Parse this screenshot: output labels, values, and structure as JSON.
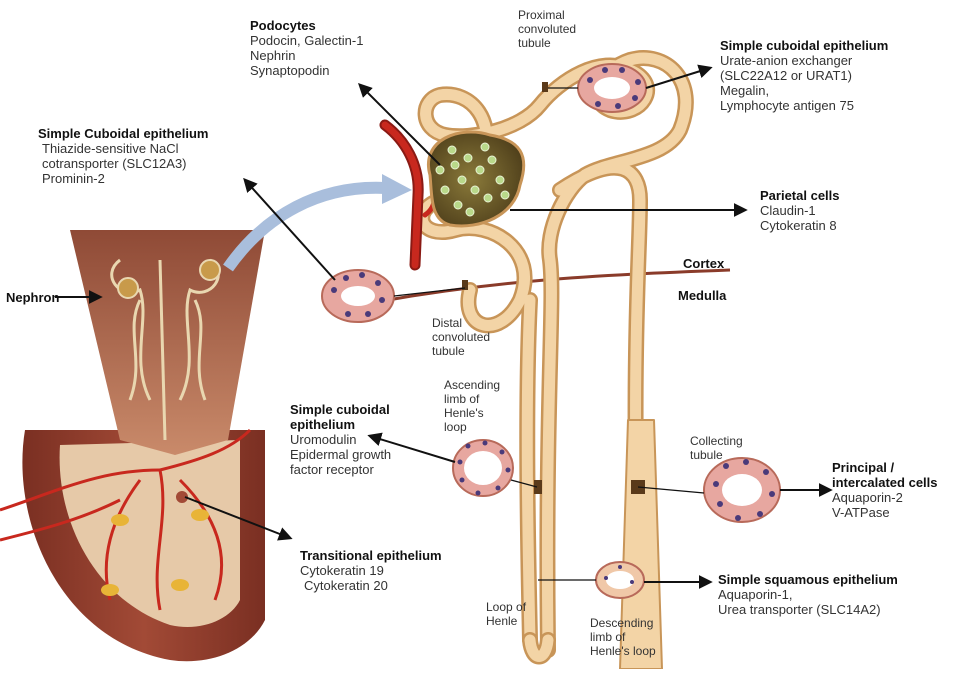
{
  "colors": {
    "tubule_fill": "#f3d4a6",
    "tubule_stroke": "#c89558",
    "artery": "#c8281e",
    "kidney_outer": "#8a3b2a",
    "cell_ring": "#e7a7a0",
    "nucleus": "#4a3a7a",
    "glomerulus": "#6b5a2a",
    "arrow": "#111111",
    "big_arrow": "#a9bedc"
  },
  "labels": {
    "podocytes": {
      "title": "Podocytes",
      "lines": [
        "Podocin, Galectin-1",
        "Nephrin",
        "Synaptopodin"
      ]
    },
    "pct": {
      "lines": [
        "Proximal",
        "convoluted",
        "tubule"
      ]
    },
    "pct_markers": {
      "title": "Simple cuboidal epithelium",
      "lines": [
        "Urate-anion exchanger",
        "(SLC22A12 or URAT1)",
        "Megalin,",
        "Lymphocyte antigen 75"
      ]
    },
    "dct_markers": {
      "title": "Simple Cuboidal epithelium",
      "lines": [
        "Thiazide-sensitive NaCl",
        "cotransporter (SLC12A3)",
        "Prominin-2"
      ]
    },
    "parietal": {
      "title": "Parietal cells",
      "lines": [
        "Claudin-1",
        "Cytokeratin 8"
      ]
    },
    "cortex": "Cortex",
    "medulla": "Medulla",
    "nephron": "Nephron",
    "dct": {
      "lines": [
        "Distal",
        "convoluted",
        "tubule"
      ]
    },
    "ascending": {
      "lines": [
        "Ascending",
        "limb of",
        "Henle's",
        "loop"
      ]
    },
    "tal_markers": {
      "title_lines": [
        "Simple cuboidal",
        "epithelium"
      ],
      "lines": [
        "Uromodulin",
        "Epidermal growth",
        "factor receptor"
      ]
    },
    "collecting": {
      "lines": [
        "Collecting",
        "tubule"
      ]
    },
    "principal": {
      "title_lines": [
        "Principal /",
        "intercalated cells"
      ],
      "lines": [
        "Aquaporin-2",
        "V-ATPase"
      ]
    },
    "transitional": {
      "title": "Transitional epithelium",
      "lines": [
        "Cytokeratin 19",
        "Cytokeratin 20"
      ]
    },
    "squamous": {
      "title": "Simple squamous epithelium",
      "lines": [
        "Aquaporin-1,",
        "Urea transporter (SLC14A2)"
      ]
    },
    "loop": {
      "lines": [
        "Loop of",
        "Henle"
      ]
    },
    "descending": {
      "lines": [
        "Descending",
        "limb of",
        "Henle's loop"
      ]
    }
  }
}
